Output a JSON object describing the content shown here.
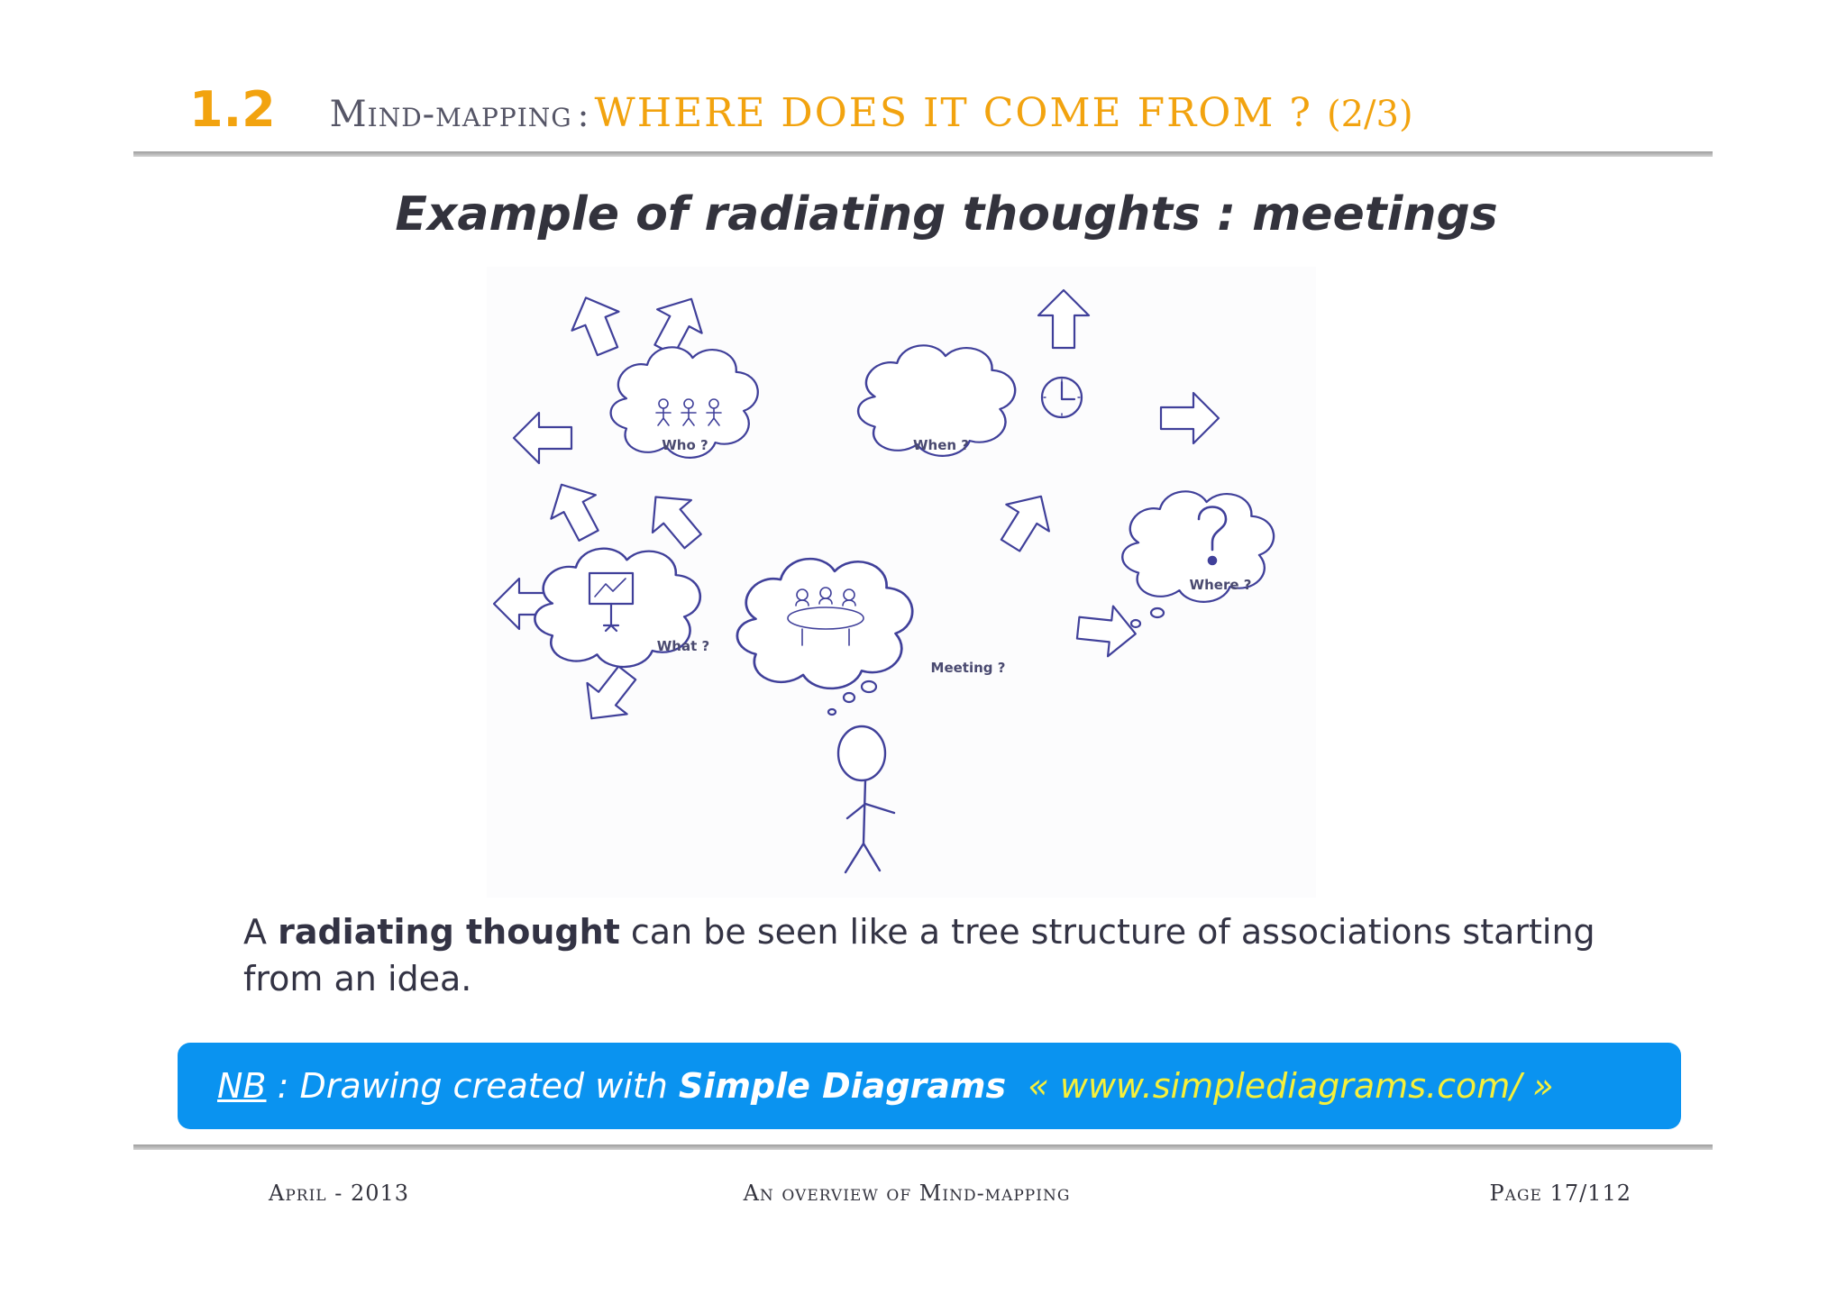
{
  "header": {
    "section_number": "1.2",
    "title_prefix": "Mind-mapping",
    "title_separator": ":",
    "title_main": "WHERE DOES IT COME FROM ?",
    "title_page": "(2/3)"
  },
  "subtitle": "Example of radiating thoughts : meetings",
  "diagram": {
    "bubbles": {
      "who": "Who ?",
      "when": "When ?",
      "where": "Where ?",
      "what": "What ?",
      "meeting": "Meeting ?"
    },
    "stroke_color": "#40409a"
  },
  "body": {
    "prefix": "A ",
    "highlight": "radiating thought",
    "rest": " can be seen like a tree structure of associations starting from an idea."
  },
  "note": {
    "label": "NB",
    "separator": " : ",
    "text": "Drawing created with ",
    "tool": "Simple Diagrams",
    "url_text": "« www.simplediagrams.com/ »",
    "background_color": "#0a93f0",
    "url_color": "#f6f03a"
  },
  "footer": {
    "date": "April - 2013",
    "center": "An overview of Mind-mapping",
    "page": "Page 17/112"
  },
  "accent_color": "#f2a30f"
}
